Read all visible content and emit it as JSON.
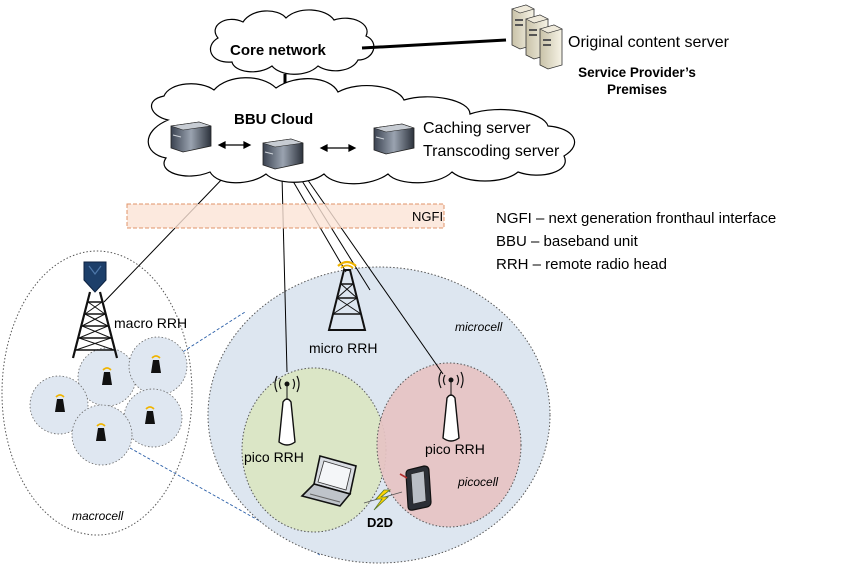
{
  "core_network": {
    "label": "Core network"
  },
  "content_server": {
    "label": "Original content server",
    "premises_line1": "Service Provider’s",
    "premises_line2": "Premises"
  },
  "bbu_cloud": {
    "label": "BBU Cloud",
    "caching_label": "Caching server",
    "transcoding_label": "Transcoding server"
  },
  "ngfi_band": {
    "label": "NGFI"
  },
  "legend": [
    "NGFI – next generation fronthaul interface",
    "BBU – baseband unit",
    "RRH – remote radio head"
  ],
  "macrocell": {
    "label": "macrocell",
    "rrh_label": "macro RRH"
  },
  "microcell": {
    "label": "microcell",
    "rrh_label": "micro RRH"
  },
  "pico_left": {
    "rrh_label": "pico RRH"
  },
  "pico_right": {
    "rrh_label": "pico RRH",
    "cell_label": "picocell"
  },
  "d2d": {
    "label": "D2D"
  },
  "icons": {
    "server": "server-icon",
    "tower": "tower-icon",
    "pico_antenna": "pico-antenna-icon",
    "laptop": "laptop-icon",
    "phone": "phone-icon",
    "lightning": "lightning-icon"
  },
  "colors": {
    "macro_fill": "#dfe7f1",
    "micro_fill": "#dde6f0",
    "pico_green": "#dbe6c6",
    "pico_red": "#e6c3c3",
    "ngfi_fill": "#fbe3d6",
    "ngfi_stroke": "#e0946a",
    "antenna_glow": "#f0b400"
  }
}
